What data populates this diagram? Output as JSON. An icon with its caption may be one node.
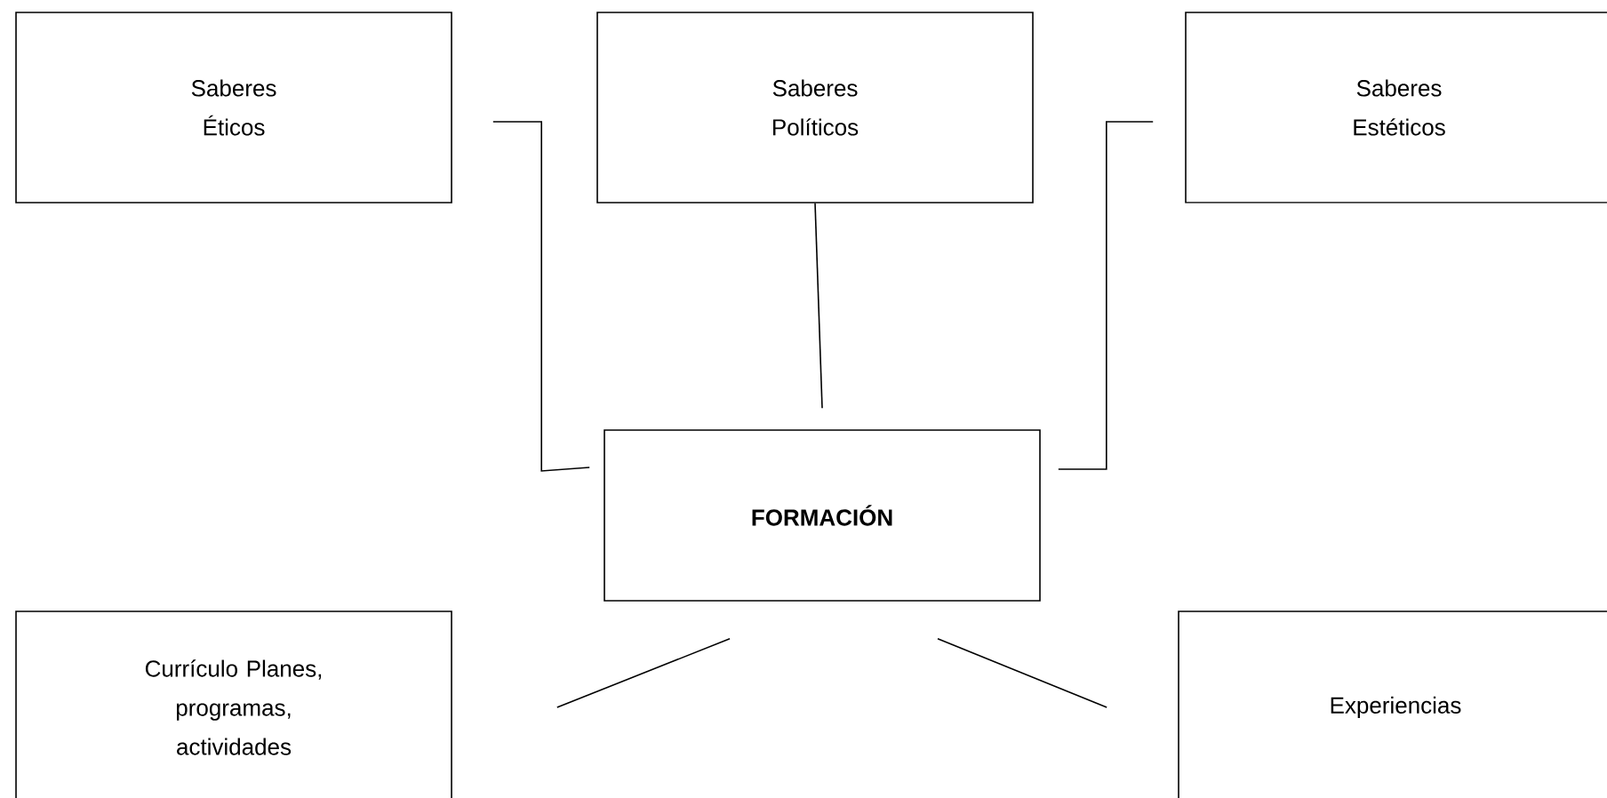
{
  "diagram": {
    "nodes": [
      {
        "text": [
          "Saberes Éticos"
        ]
      },
      {
        "text": [
          "Saberes Políticos"
        ]
      },
      {
        "text": [
          "Saberes Estéticos"
        ]
      },
      {
        "text": [
          "FORMACIÓN"
        ]
      },
      {
        "text": [
          "Currículo Planes, programas, actividades"
        ]
      },
      {
        "text": [
          "Experiencias"
        ]
      }
    ],
    "edges": [
      {
        "from": 0,
        "to": 3,
        "arrow": "none"
      },
      {
        "from": 1,
        "to": 3,
        "arrow": "none"
      },
      {
        "from": 2,
        "to": 3,
        "arrow": "none"
      },
      {
        "from": 3,
        "to": 4,
        "arrow": "none"
      },
      {
        "from": 3,
        "to": 5,
        "arrow": "none"
      }
    ]
  }
}
